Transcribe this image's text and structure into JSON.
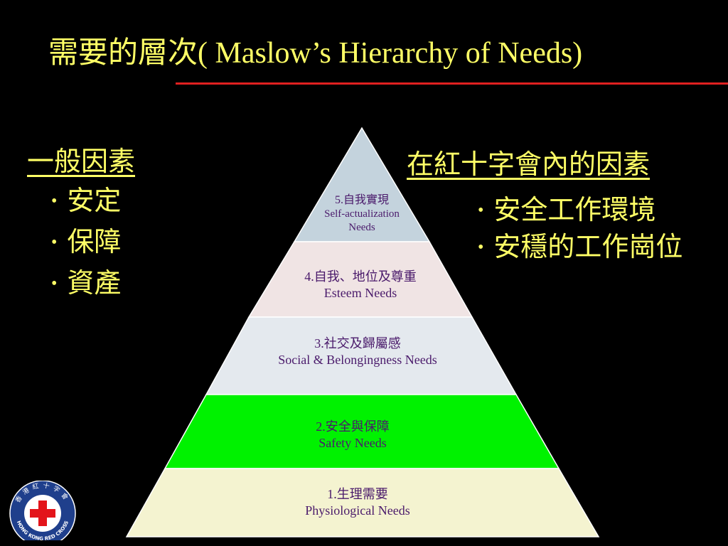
{
  "title": "需要的層次( Maslow’s Hierarchy of Needs)",
  "left_column": {
    "heading": "一般因素",
    "items": [
      "安定",
      "保障",
      "資產"
    ]
  },
  "right_column": {
    "heading": "在紅十字會內的因素",
    "items": [
      "安全工作環境",
      "安穩的工作崗位"
    ]
  },
  "pyramid": {
    "tiers": [
      {
        "level": 5,
        "zh": "5.自我實現",
        "en_line1": "Self-actualization",
        "en_line2": "Needs",
        "color": "#c4d3dd"
      },
      {
        "level": 4,
        "zh": "4.自我、地位及尊重",
        "en_line1": "Esteem Needs",
        "color": "#f0e4e4"
      },
      {
        "level": 3,
        "zh": "3.社交及歸屬感",
        "en_line1": "Social & Belongingness Needs",
        "color": "#e4e9ee"
      },
      {
        "level": 2,
        "zh": "2.安全與保障",
        "en_line1": "Safety Needs",
        "color": "#00f200"
      },
      {
        "level": 1,
        "zh": "1.生理需要",
        "en_line1": "Physiological Needs",
        "color": "#f4f3d0"
      }
    ]
  },
  "logo": {
    "zh_ring": "香港紅十字會",
    "en_ring": "HONG KONG RED CROSS",
    "color": "#1f3f8c",
    "cross_color": "#e3141a"
  }
}
